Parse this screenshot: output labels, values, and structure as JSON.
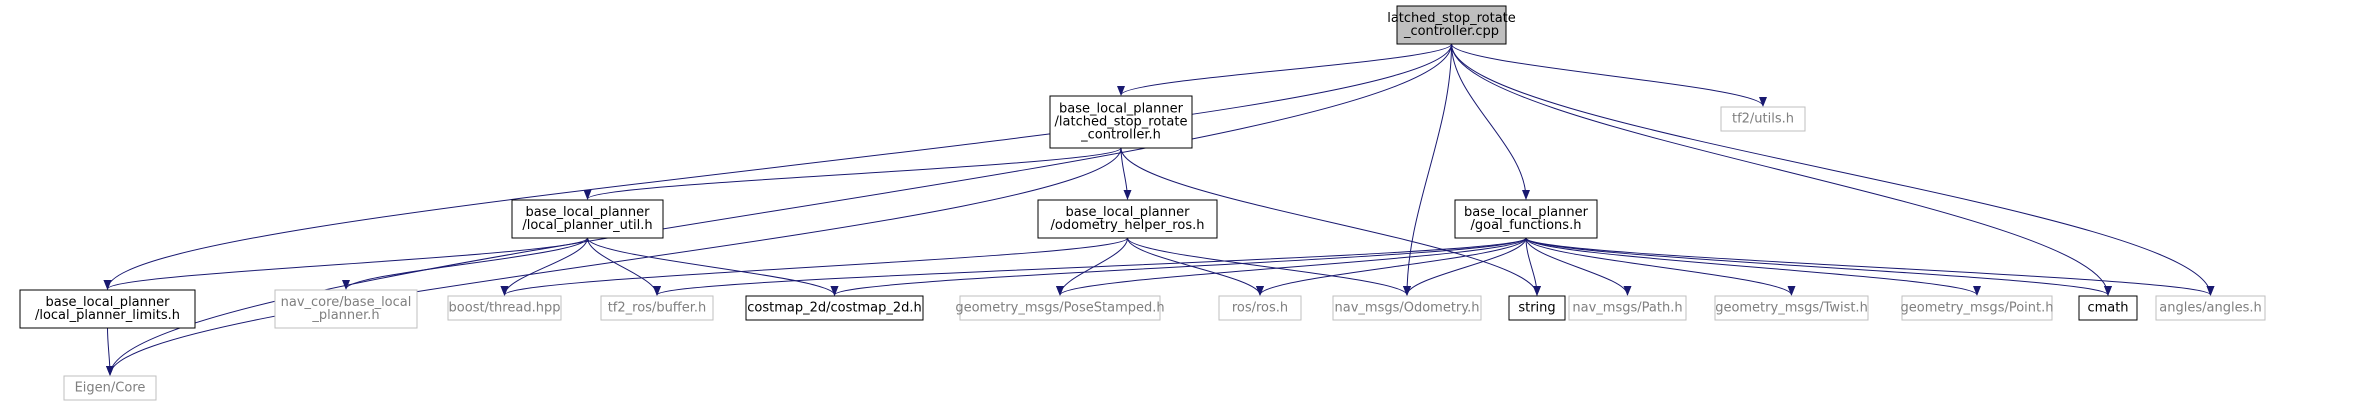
{
  "colors": {
    "edge": "#191970",
    "node_border_solid": "#000000",
    "node_border_external": "#bfbfbf",
    "text_solid": "#000000",
    "text_external": "#7f7f7f",
    "root_fill": "#bfbfbf",
    "node_fill": "#ffffff"
  },
  "nodes": [
    {
      "id": "root",
      "lines": [
        "latched_stop_rotate",
        "_controller.cpp"
      ],
      "style": "root"
    },
    {
      "id": "lsrc_h",
      "lines": [
        "base_local_planner",
        "/latched_stop_rotate",
        "_controller.h"
      ],
      "style": "solid"
    },
    {
      "id": "tf2_utils",
      "lines": [
        "tf2/utils.h"
      ],
      "style": "external"
    },
    {
      "id": "lpu",
      "lines": [
        "base_local_planner",
        "/local_planner_util.h"
      ],
      "style": "solid"
    },
    {
      "id": "ohr",
      "lines": [
        "base_local_planner",
        "/odometry_helper_ros.h"
      ],
      "style": "solid"
    },
    {
      "id": "gf",
      "lines": [
        "base_local_planner",
        "/goal_functions.h"
      ],
      "style": "solid"
    },
    {
      "id": "lpl",
      "lines": [
        "base_local_planner",
        "/local_planner_limits.h"
      ],
      "style": "solid"
    },
    {
      "id": "nav_core",
      "lines": [
        "nav_core/base_local",
        "_planner.h"
      ],
      "style": "external"
    },
    {
      "id": "boost_thread",
      "lines": [
        "boost/thread.hpp"
      ],
      "style": "external"
    },
    {
      "id": "tf2_buffer",
      "lines": [
        "tf2_ros/buffer.h"
      ],
      "style": "external"
    },
    {
      "id": "costmap",
      "lines": [
        "costmap_2d/costmap_2d.h"
      ],
      "style": "solid"
    },
    {
      "id": "pose_stamped",
      "lines": [
        "geometry_msgs/PoseStamped.h"
      ],
      "style": "external"
    },
    {
      "id": "ros_h",
      "lines": [
        "ros/ros.h"
      ],
      "style": "external"
    },
    {
      "id": "odometry",
      "lines": [
        "nav_msgs/Odometry.h"
      ],
      "style": "external"
    },
    {
      "id": "string",
      "lines": [
        "string"
      ],
      "style": "solid"
    },
    {
      "id": "path",
      "lines": [
        "nav_msgs/Path.h"
      ],
      "style": "external"
    },
    {
      "id": "twist",
      "lines": [
        "geometry_msgs/Twist.h"
      ],
      "style": "external"
    },
    {
      "id": "point",
      "lines": [
        "geometry_msgs/Point.h"
      ],
      "style": "external"
    },
    {
      "id": "cmath",
      "lines": [
        "cmath"
      ],
      "style": "solid"
    },
    {
      "id": "angles",
      "lines": [
        "angles/angles.h"
      ],
      "style": "external"
    },
    {
      "id": "eigen",
      "lines": [
        "Eigen/Core"
      ],
      "style": "external"
    }
  ],
  "edges": [
    [
      "root",
      "lsrc_h"
    ],
    [
      "root",
      "tf2_utils"
    ],
    [
      "root",
      "gf"
    ],
    [
      "root",
      "lpl"
    ],
    [
      "root",
      "eigen"
    ],
    [
      "root",
      "odometry"
    ],
    [
      "root",
      "cmath"
    ],
    [
      "root",
      "angles"
    ],
    [
      "lsrc_h",
      "lpu"
    ],
    [
      "lsrc_h",
      "ohr"
    ],
    [
      "lsrc_h",
      "eigen"
    ],
    [
      "lsrc_h",
      "string"
    ],
    [
      "lpu",
      "lpl"
    ],
    [
      "lpu",
      "nav_core"
    ],
    [
      "lpu",
      "boost_thread"
    ],
    [
      "lpu",
      "tf2_buffer"
    ],
    [
      "lpu",
      "costmap"
    ],
    [
      "ohr",
      "boost_thread"
    ],
    [
      "ohr",
      "pose_stamped"
    ],
    [
      "ohr",
      "ros_h"
    ],
    [
      "ohr",
      "odometry"
    ],
    [
      "gf",
      "tf2_buffer"
    ],
    [
      "gf",
      "costmap"
    ],
    [
      "gf",
      "pose_stamped"
    ],
    [
      "gf",
      "ros_h"
    ],
    [
      "gf",
      "odometry"
    ],
    [
      "gf",
      "string"
    ],
    [
      "gf",
      "path"
    ],
    [
      "gf",
      "twist"
    ],
    [
      "gf",
      "point"
    ],
    [
      "gf",
      "cmath"
    ],
    [
      "gf",
      "angles"
    ],
    [
      "lpl",
      "eigen"
    ]
  ]
}
